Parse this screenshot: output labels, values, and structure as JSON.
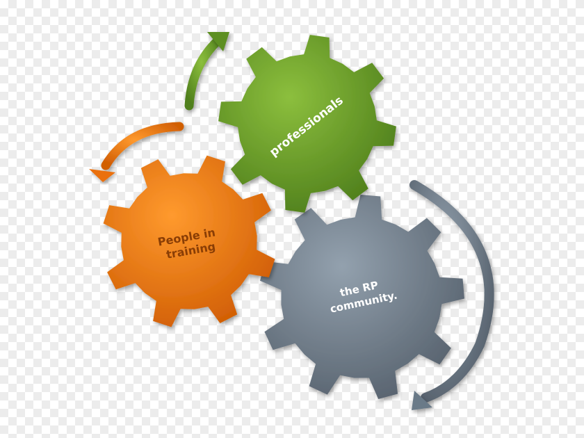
{
  "diagram": {
    "gears": [
      {
        "id": "professionals",
        "label_lines": [
          "professionals"
        ],
        "color": "#6b9a2c",
        "text_color": "#ffffff"
      },
      {
        "id": "people-in-training",
        "label_lines": [
          "People in",
          "training"
        ],
        "color": "#f0780a",
        "text_color": "#8a3e05"
      },
      {
        "id": "rp-community",
        "label_lines": [
          "the RP",
          "community."
        ],
        "color": "#71808f",
        "text_color": "#ffffff"
      }
    ],
    "arrows": [
      {
        "id": "green-arrow",
        "color": "#5d8f23"
      },
      {
        "id": "orange-arrow",
        "color": "#ea6f0c"
      },
      {
        "id": "gray-arrow",
        "color": "#6b7a88"
      }
    ]
  }
}
